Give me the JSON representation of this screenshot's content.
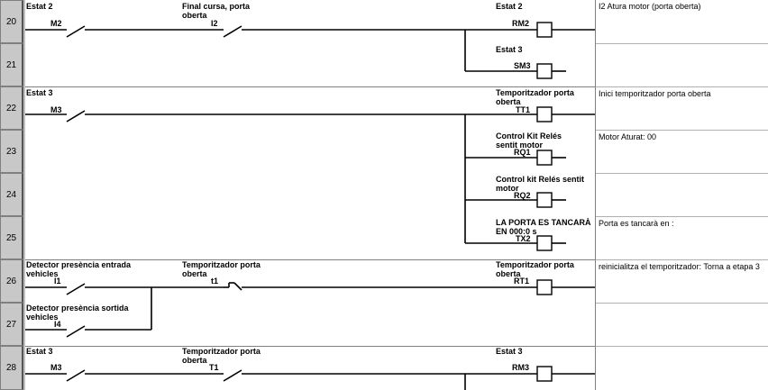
{
  "rows": [
    {
      "num": "20",
      "comment": "I2 Atura motor (porta oberta)"
    },
    {
      "num": "21",
      "comment": ""
    },
    {
      "num": "22",
      "comment": "Inici temporitzador porta oberta"
    },
    {
      "num": "23",
      "comment": "Motor Aturat: 00"
    },
    {
      "num": "24",
      "comment": ""
    },
    {
      "num": "25",
      "comment": "Porta es tancarà en :"
    },
    {
      "num": "26",
      "comment": "reinicialitza el temporitzador: Torna a etapa 3"
    },
    {
      "num": "27",
      "comment": ""
    },
    {
      "num": "28",
      "comment": ""
    }
  ],
  "contacts": [
    {
      "label": "Estat 2",
      "address": "M2"
    },
    {
      "label": "Final cursa, porta oberta",
      "address": "I2"
    },
    {
      "label": "Estat 3",
      "address": "M3"
    },
    {
      "label": "Detector presència entrada vehicles",
      "address": "I1"
    },
    {
      "label": "Temporitzador porta oberta",
      "address": "t1"
    },
    {
      "label": "Detector presència sortida vehicles",
      "address": "I4"
    },
    {
      "label": "Estat 3",
      "address": "M3"
    },
    {
      "label": "Temporitzador porta oberta",
      "address": "T1"
    }
  ],
  "coils": [
    {
      "label": "Estat 2",
      "address": "RM2"
    },
    {
      "label": "Estat 3",
      "address": "SM3"
    },
    {
      "label": "Temporitzador porta oberta",
      "address": "TT1"
    },
    {
      "label": "Control Kit Relés sentit motor",
      "address": "RQ1"
    },
    {
      "label": "Control kit Relés sentit motor",
      "address": "RQ2"
    },
    {
      "label": "LA PORTA ES TANCARÀ EN 000:0 s",
      "address": "TX2"
    },
    {
      "label": "Temporitzador porta oberta",
      "address": "RT1"
    },
    {
      "label": "Estat 3",
      "address": "RM3"
    }
  ]
}
